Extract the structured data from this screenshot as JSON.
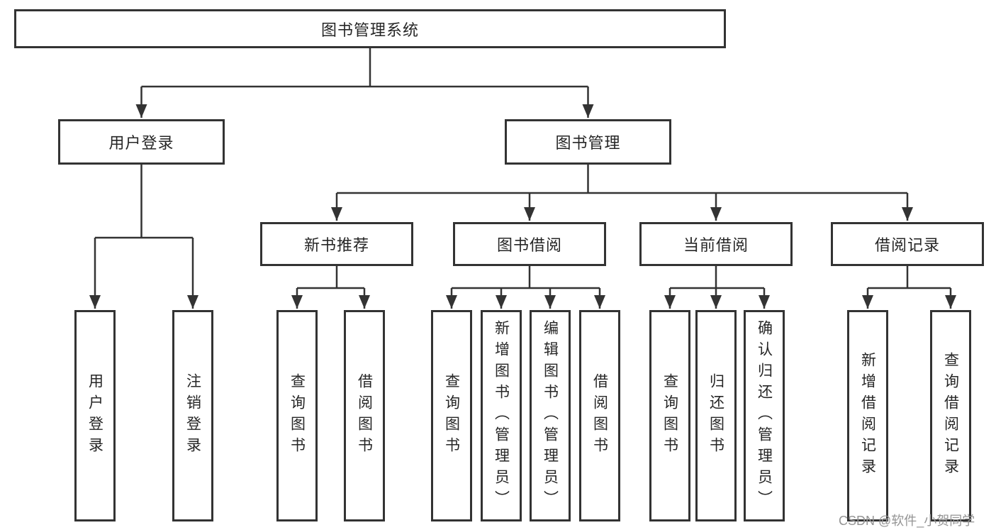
{
  "colors": {
    "line": "#333333",
    "box_border": "#333333",
    "box_background": "#ffffff",
    "text": "#262626",
    "watermark_text": "#949494"
  },
  "watermark": "CSDN @软件_小贺同学",
  "tree": {
    "label": "图书管理系统",
    "children": [
      {
        "label": "用户登录",
        "children": [
          {
            "label": "用户登录"
          },
          {
            "label": "注销登录"
          }
        ]
      },
      {
        "label": "图书管理",
        "children": [
          {
            "label": "新书推荐",
            "children": [
              {
                "label": "查询图书"
              },
              {
                "label": "借阅图书"
              }
            ]
          },
          {
            "label": "图书借阅",
            "children": [
              {
                "label": "查询图书"
              },
              {
                "label": "新增图书（管理员）"
              },
              {
                "label": "编辑图书（管理员）"
              },
              {
                "label": "借阅图书"
              }
            ]
          },
          {
            "label": "当前借阅",
            "children": [
              {
                "label": "查询图书"
              },
              {
                "label": "归还图书"
              },
              {
                "label": "确认归还（管理员）"
              }
            ]
          },
          {
            "label": "借阅记录",
            "children": [
              {
                "label": "新增借阅记录"
              },
              {
                "label": "查询借阅记录"
              }
            ]
          }
        ]
      }
    ]
  }
}
